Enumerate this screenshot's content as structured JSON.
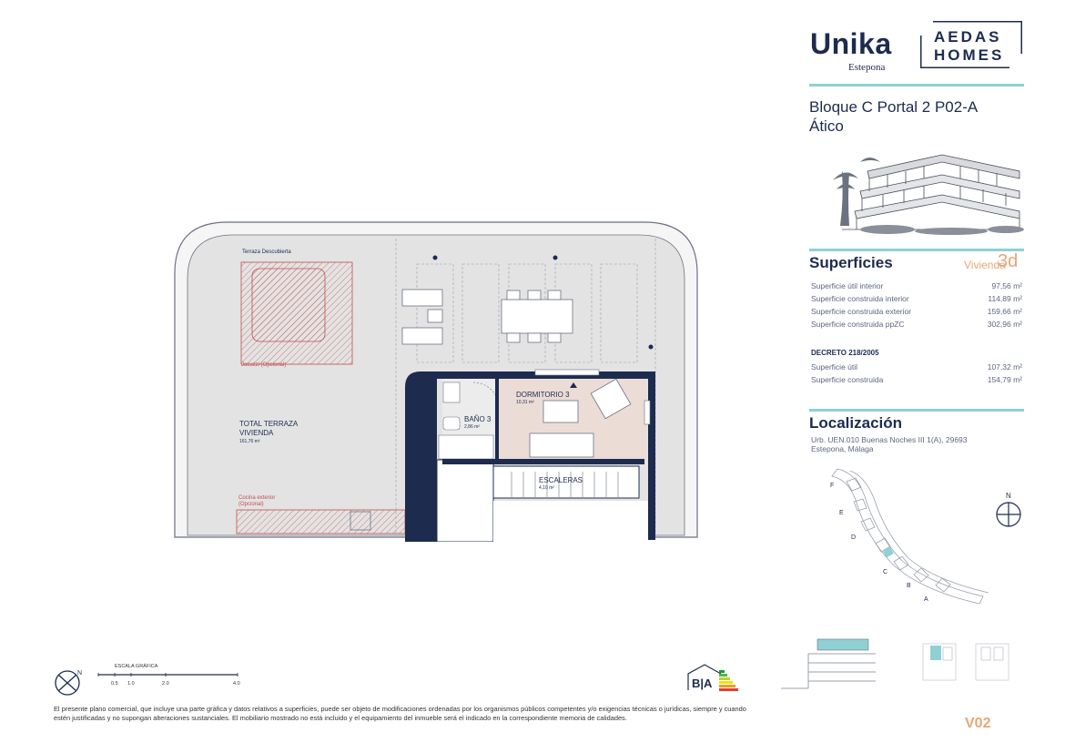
{
  "brand": {
    "project": "Unika",
    "city": "Estepona",
    "developer_line1": "AEDAS",
    "developer_line2": "HOMES"
  },
  "unit": {
    "title_line1": "Bloque C Portal 2 P02-A",
    "title_line2": "Ático"
  },
  "surfaces": {
    "heading": "Superficies",
    "type_label": "Vivienda",
    "type_value": "3d",
    "rows": [
      {
        "label": "Superficie útil interior",
        "value": "97,56 m²"
      },
      {
        "label": "Superficie construida interior",
        "value": "114,89 m²"
      },
      {
        "label": "Superficie construida exterior",
        "value": "159,66 m²"
      },
      {
        "label": "Superficie construida ppZC",
        "value": "302,96 m²"
      }
    ],
    "decree_heading": "DECRETO 218/2005",
    "decree_rows": [
      {
        "label": "Superficie útil",
        "value": "107,32 m²"
      },
      {
        "label": "Superficie construida",
        "value": "154,79 m²"
      }
    ]
  },
  "location": {
    "heading": "Localización",
    "address_line1": "Urb. UEN.010 Buenas Noches III 1(A), 29693",
    "address_line2": "Estepona, Málaga",
    "blocks": [
      "F",
      "E",
      "D",
      "C",
      "B",
      "A"
    ],
    "north": "N"
  },
  "plan": {
    "terrace_uncovered": "Terraza Descubierta",
    "jacuzzi": "Jacuzzi (Opcional)",
    "total_terrace_line1": "TOTAL TERRAZA",
    "total_terrace_line2": "VIVIENDA",
    "total_terrace_area": "161,76 m²",
    "outdoor_kitchen_line1": "Cocina exterior",
    "outdoor_kitchen_line2": "(Opcional)",
    "bedroom": "DORMITORIO 3",
    "bedroom_area": "10,31 m²",
    "bath": "BAÑO 3",
    "bath_area": "2,86 m²",
    "stairs": "ESCALERAS",
    "stairs_area": "4,10 m²"
  },
  "scale": {
    "label": "ESCALA GRÁFICA",
    "ticks": [
      "0.5",
      "1.0",
      "2.0",
      "4.0"
    ]
  },
  "energy": {
    "label": "B|A"
  },
  "disclaimer": "El presente plano comercial, que incluye una parte gráfica y datos relativos a superficies, puede ser objeto de modificaciones ordenadas por los organismos públicos competentes y/o exigencias técnicas o jurídicas, siempre y cuando estén justificadas y no supongan alteraciones sustanciales. El mobiliario mostrado no está incluido y el equipamiento del inmueble será el indicado en la correspondiente memoria de calidades.",
  "version": "V02",
  "colors": {
    "navy": "#1d2b4f",
    "teal": "#8fd0d4",
    "accent": "#e8a676",
    "terrace": "#e3e3e3",
    "room": "#ecdcd6",
    "hatch": "#c0504d"
  }
}
